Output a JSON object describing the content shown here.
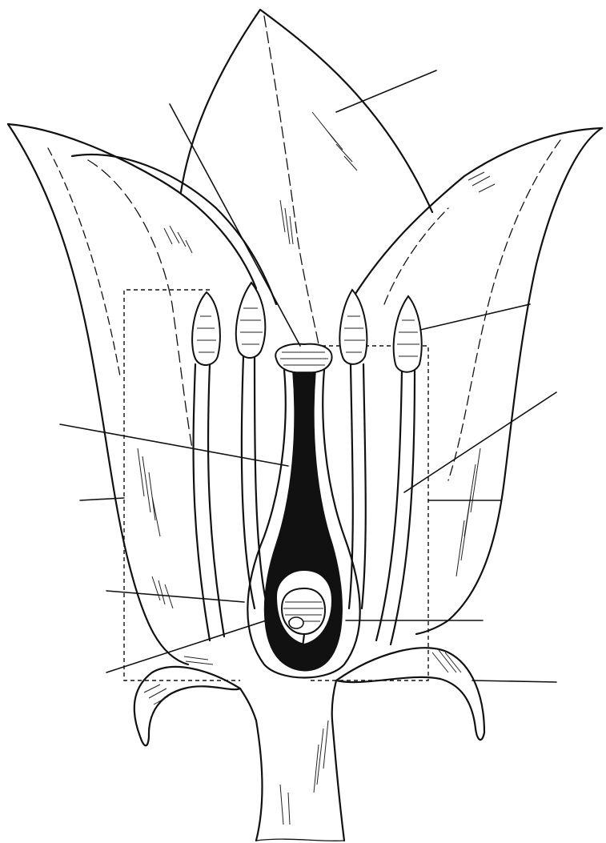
{
  "figure": {
    "parts": [
      "petal-left-outer",
      "petal-left-inner",
      "petal-back",
      "petal-right",
      "stamen-1",
      "stamen-2",
      "stamen-3",
      "stamen-4",
      "stigma",
      "style",
      "ovary",
      "ovule",
      "sepal-left",
      "sepal-right",
      "receptacle",
      "stem"
    ],
    "label_lines": [
      "petal",
      "stigma",
      "anther",
      "style",
      "filament",
      "stamen-bracket-left",
      "stamen-bracket-right",
      "ovary-wall",
      "ovule",
      "ovary",
      "receptacle",
      "sepal"
    ],
    "colors": {
      "ink": "#111111",
      "background": "#ffffff"
    }
  }
}
